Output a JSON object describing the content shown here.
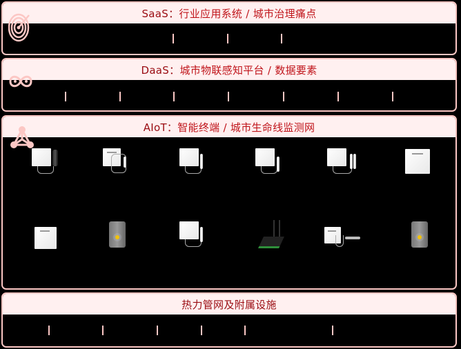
{
  "layers": [
    {
      "id": "saas",
      "prefix": "SaaS：",
      "title": "行业应用系统 / 城市治理痛点",
      "icon": "target-icon",
      "ticks": [
        250,
        329,
        407
      ]
    },
    {
      "id": "daas",
      "prefix": "DaaS：",
      "title": "城市物联感知平台 / 数据要素",
      "icon": "infinity-icon",
      "ticks": [
        94,
        173,
        251,
        330,
        410,
        489,
        568
      ]
    },
    {
      "id": "aiot",
      "prefix": "AIoT：",
      "title": "智能终端 / 城市生命线监测网",
      "icon": "network-triangle-icon"
    },
    {
      "id": "infra",
      "prefix": "",
      "title": "热力管网及附属设施",
      "icon": "",
      "ticks": [
        70,
        148,
        227,
        291,
        354,
        481
      ]
    }
  ],
  "devices": [
    {
      "name": "box-with-black-probe-device",
      "row": 1,
      "col": 1
    },
    {
      "name": "wall-sensor-with-probe-device",
      "row": 1,
      "col": 2
    },
    {
      "name": "box-with-probe-device",
      "row": 1,
      "col": 3
    },
    {
      "name": "box-with-probe-device",
      "row": 1,
      "col": 4
    },
    {
      "name": "box-with-dual-probe-device",
      "row": 1,
      "col": 5
    },
    {
      "name": "plain-wall-sensor-device",
      "row": 1,
      "col": 6
    },
    {
      "name": "plain-wall-sensor-device",
      "row": 2,
      "col": 1
    },
    {
      "name": "grey-sensor-device",
      "row": 2,
      "col": 2
    },
    {
      "name": "box-with-probe-device",
      "row": 2,
      "col": 3
    },
    {
      "name": "gateway-router-device",
      "row": 2,
      "col": 4
    },
    {
      "name": "wall-sensor-with-bracket-device",
      "row": 2,
      "col": 5
    },
    {
      "name": "grey-sensor-device",
      "row": 2,
      "col": 6
    }
  ],
  "colors": {
    "accent": "#c0151b",
    "border": "#fcc7c4",
    "header_bg": "#fff0f0"
  }
}
